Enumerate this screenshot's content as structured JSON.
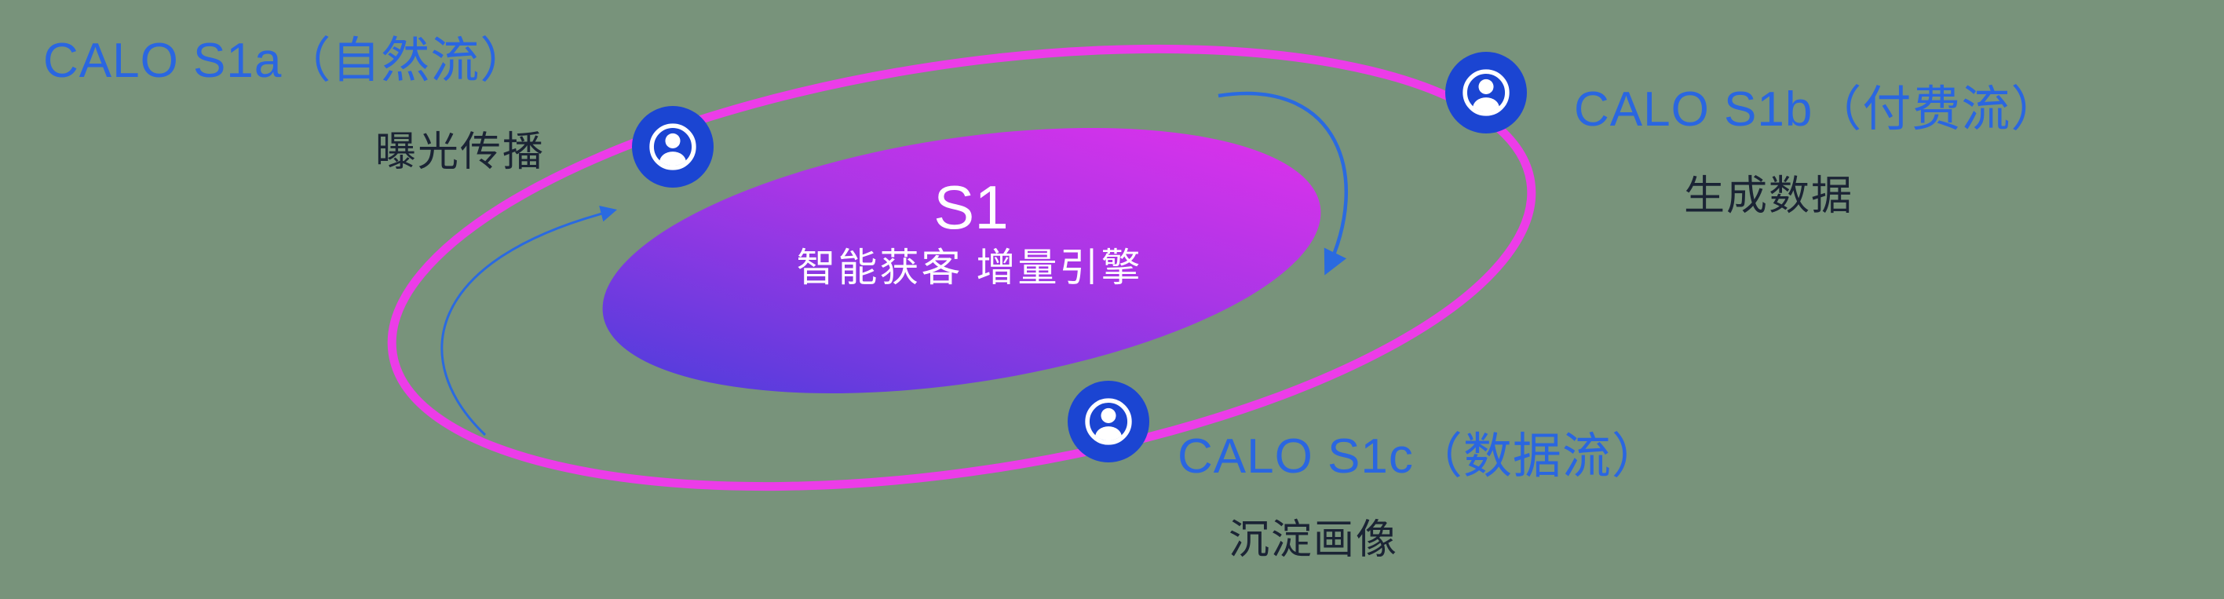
{
  "center": {
    "title": "S1",
    "subtitle": "智能获客  增量引擎"
  },
  "nodes": [
    {
      "label": "CALO S1a（自然流）",
      "sublabel": "曝光传播"
    },
    {
      "label": "CALO S1b（付费流）",
      "sublabel": "生成数据"
    },
    {
      "label": "CALO S1c（数据流）",
      "sublabel": "沉淀画像"
    }
  ],
  "icons": {
    "node_icon": "user-in-circle-icon"
  },
  "colors": {
    "canvas_bg": "#78937b",
    "label_blue": "#2a66e0",
    "sublabel_dark": "#1b2435",
    "ring_magenta": "#ec3ce8",
    "core_gradient_start": "#4a3ddb",
    "core_gradient_end": "#e431ec",
    "icon_blue": "#1b45d2",
    "arrow_blue": "#2a6ae0"
  }
}
